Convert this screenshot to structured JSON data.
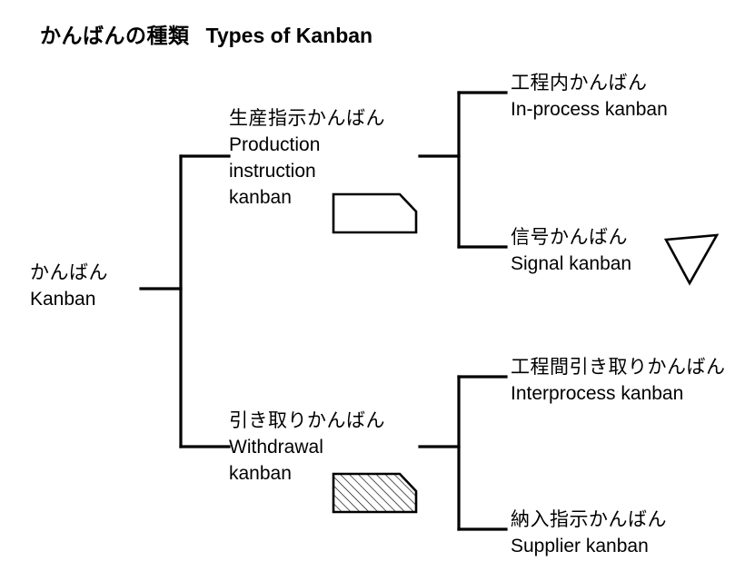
{
  "title": {
    "jp": "かんばんの種類",
    "en": "Types of Kanban"
  },
  "diagram": {
    "type": "tree",
    "orientation": "left-to-right",
    "line_color": "#000000",
    "background": "#ffffff",
    "root": {
      "jp": "かんばん",
      "en": "Kanban"
    },
    "branches": [
      {
        "id": "production-instruction",
        "jp": "生産指示かんばん",
        "en_lines": [
          "Production",
          "instruction",
          "kanban"
        ],
        "icon": "kanban-card-plain-icon",
        "children": [
          {
            "id": "in-process",
            "jp": "工程内かんばん",
            "en": "In-process kanban",
            "icon": null
          },
          {
            "id": "signal",
            "jp": "信号かんばん",
            "en": "Signal kanban",
            "icon": "triangle-down-icon"
          }
        ]
      },
      {
        "id": "withdrawal",
        "jp": "引き取りかんばん",
        "en_lines": [
          "Withdrawal",
          "kanban"
        ],
        "icon": "kanban-card-hatched-icon",
        "children": [
          {
            "id": "interprocess",
            "jp": "工程間引き取りかんばん",
            "en": "Interprocess kanban",
            "icon": null
          },
          {
            "id": "supplier",
            "jp": "納入指示かんばん",
            "en": "Supplier kanban",
            "icon": null
          }
        ]
      }
    ]
  }
}
